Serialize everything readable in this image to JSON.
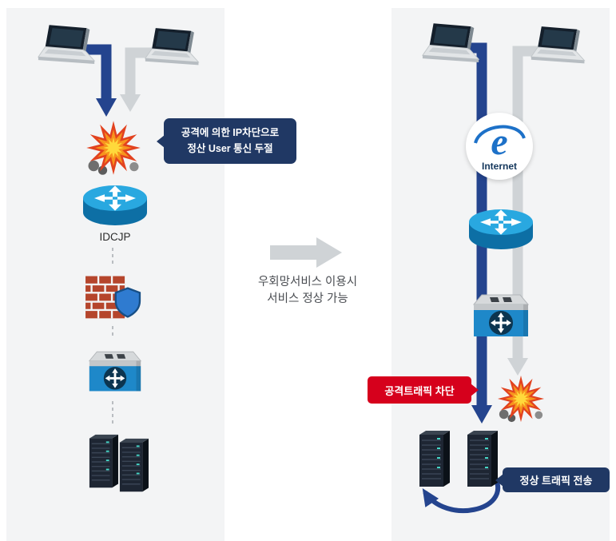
{
  "left_panel": {
    "callout": {
      "line1": "공격에 의한 IP차단으로",
      "line2": "정산 User 통신 두절"
    },
    "router_label": "IDCJP"
  },
  "middle": {
    "caption_line1": "우회망서비스 이용시",
    "caption_line2": "서비스 정상 가능"
  },
  "right_panel": {
    "internet_label": "Internet",
    "attack_block_callout": "공격트래픽 차단",
    "normal_traffic_callout": "정상 트래픽 전송"
  },
  "colors": {
    "panel_bg": "#f3f4f5",
    "primary_blue": "#24448e",
    "callout_navy": "#203864",
    "alert_red": "#d6001c",
    "arrow_gray": "#cfd3d6",
    "router_cyan": "#29a8e0",
    "explosion_orange": "#f7941d",
    "ie_blue": "#1d71c8"
  },
  "icons": {
    "left": [
      "laptop-icon",
      "laptop-icon",
      "explosion-icon",
      "router-icon",
      "firewall-icon",
      "switch-icon",
      "server-icon",
      "server-icon"
    ],
    "right": [
      "laptop-icon",
      "laptop-icon",
      "internet-explorer-icon",
      "router-icon",
      "switch-icon",
      "explosion-icon",
      "server-icon",
      "server-icon"
    ]
  }
}
